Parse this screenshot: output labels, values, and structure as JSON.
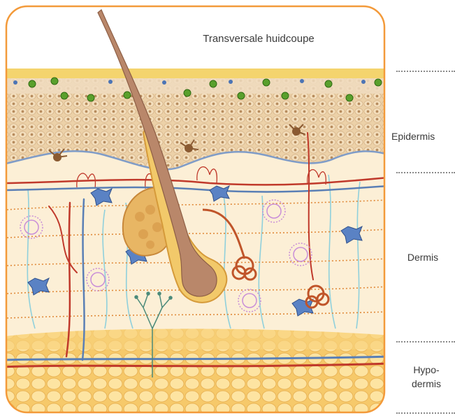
{
  "title": "Transversale huidcoupe",
  "layers": {
    "epidermis": "Epidermis",
    "dermis": "Dermis",
    "hypodermis_line1": "Hypo-",
    "hypodermis_line2": "dermis"
  },
  "colors": {
    "frame_border": "#f39a3a",
    "epidermis": "#f2d8b0",
    "dermis": "#fbecd2",
    "hypodermis": "#fcdc8a",
    "hair": "#b9876a",
    "artery": "#c0392b",
    "vein": "#5a7fb5",
    "nerve": "#6bbfd0",
    "label_text": "#3a3a3a"
  }
}
